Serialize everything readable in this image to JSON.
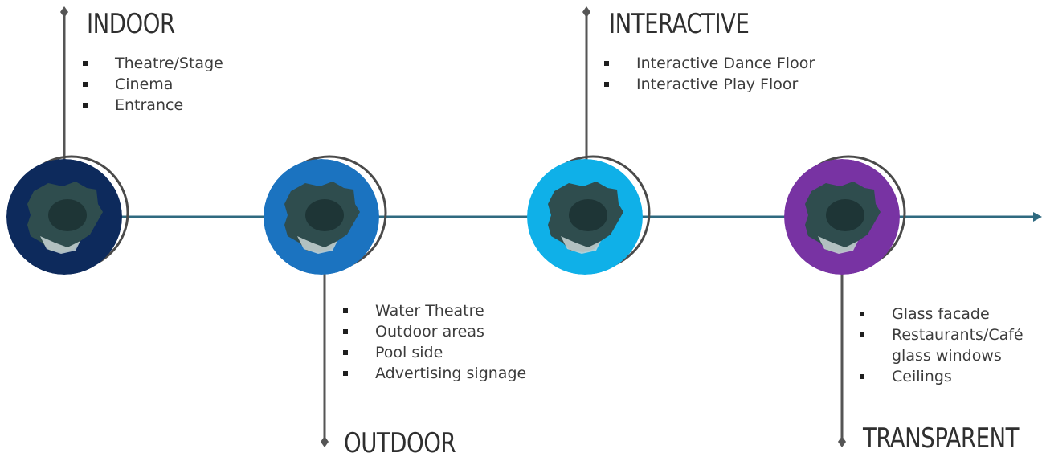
{
  "colors": {
    "line": "#2f6a80",
    "stem": "#555555",
    "ring": "#4a4a4a",
    "indoor": "#0d2a5c",
    "outdoor": "#1b73c0",
    "interactive": "#0fb0e8",
    "transparent": "#7833a3",
    "blob_dark": "#1e3536",
    "blob_mid": "#2f4d4e",
    "blob_light": "#c9d6d6"
  },
  "nodes": [
    {
      "id": "indoor",
      "title": "INDOOR",
      "items": [
        "Theatre/Stage",
        "Cinema",
        "Entrance"
      ]
    },
    {
      "id": "outdoor",
      "title": "OUTDOOR",
      "items": [
        "Water Theatre",
        "Outdoor areas",
        "Pool side",
        "Advertising signage"
      ]
    },
    {
      "id": "interactive",
      "title": "INTERACTIVE",
      "items": [
        "Interactive Dance Floor",
        "Interactive Play Floor"
      ]
    },
    {
      "id": "transparent",
      "title": "TRANSPARENT",
      "items": [
        "Glass facade",
        "Restaurants/Café",
        "glass windows",
        "Ceilings"
      ]
    }
  ]
}
